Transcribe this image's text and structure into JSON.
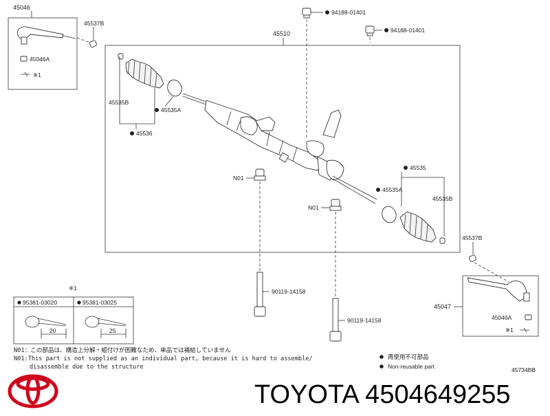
{
  "labels": {
    "p45046": "45046",
    "p45537B_top": "45537B",
    "p45046A_top": "45046A",
    "note_ref_top": "※1",
    "p94188_a": "94188-01401",
    "p94188_b": "94188-01401",
    "p45510": "45510",
    "p45535B_left": "45535B",
    "p45535A_left": "45535A",
    "p45536": "45536",
    "n01_left": "N01",
    "n01_mid": "N01",
    "p45535_right": "45535",
    "p45535A_right": "45535A",
    "p45535B_right": "45535B",
    "p45537B_right": "45537B",
    "p45047": "45047",
    "p45046A_right": "45046A",
    "note_ref_right": "※1",
    "bolt_a": "90119-14158",
    "bolt_b": "90119-14158",
    "cotter_ref": "※1",
    "cotter_a_no": "95381-03020",
    "cotter_b_no": "95381-03025",
    "cotter_a_len": "20",
    "cotter_b_len": "25",
    "note_jp": "N01：この部品は、構造上分解・組付けが困難なため、単品では補給していません",
    "note_en_1": "N01:This part is not supplied as an individual part, because it is hard to assemble/",
    "note_en_2": "disassemble due to the structure",
    "legend_jp": "再使用不可部品",
    "legend_en": "Non-reusable part",
    "figure_no": "45734BB"
  },
  "caption": {
    "text": "TOYOTA 4504649255"
  },
  "colors": {
    "logo_red": "#d0021b",
    "line": "#333333"
  }
}
